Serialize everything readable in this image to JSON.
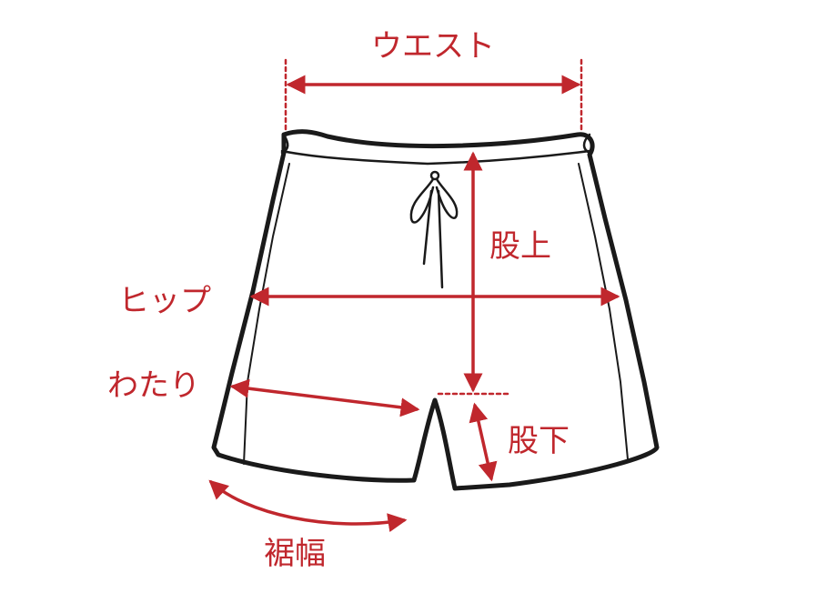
{
  "diagram": {
    "accent_color": "#c0272d",
    "outline_color": "#1a1a1a",
    "labels": {
      "waist": "ウエスト",
      "rise": "股上",
      "hip": "ヒップ",
      "thigh": "わたり",
      "inseam": "股下",
      "hem": "裾幅"
    }
  }
}
